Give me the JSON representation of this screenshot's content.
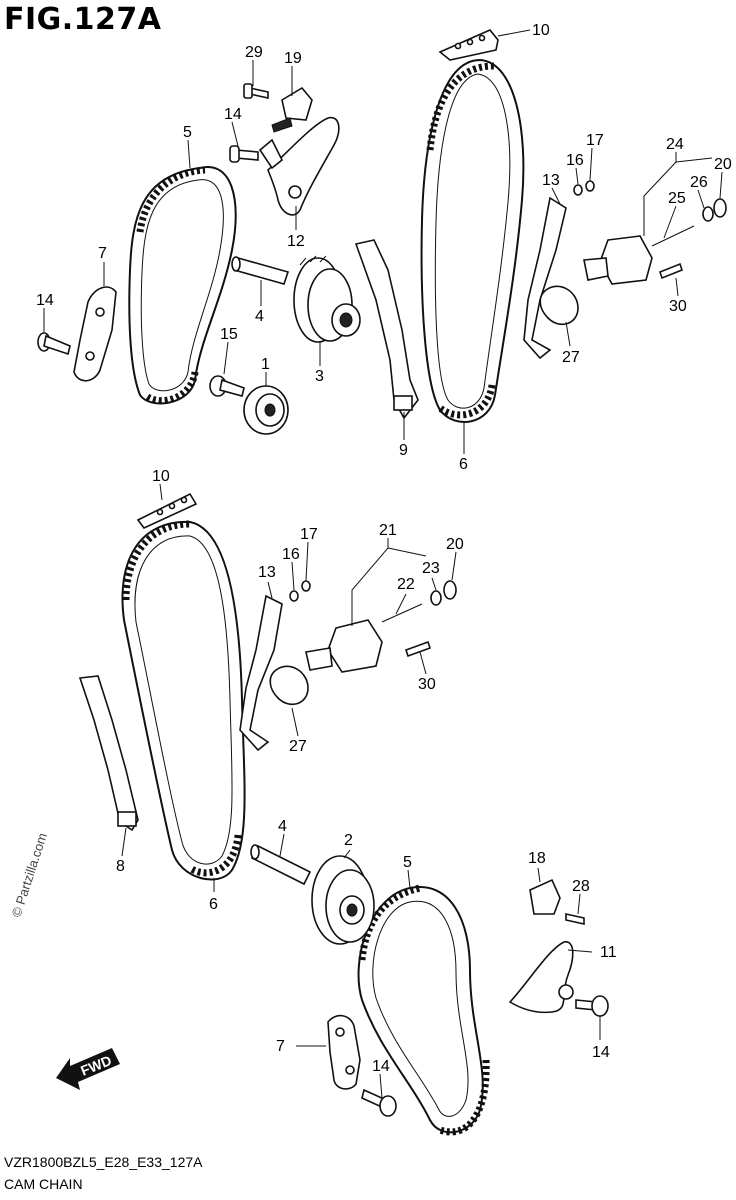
{
  "figure": {
    "title": "FIG.127A",
    "code": "VZR1800BZL5_E28_E33_127A",
    "name": "CAM CHAIN",
    "watermark": "© Partzilla.com",
    "fwd_label": "FWD"
  },
  "callouts_top": [
    "29",
    "19",
    "10",
    "14",
    "5",
    "17",
    "24",
    "16",
    "20",
    "13",
    "26",
    "25",
    "12",
    "7",
    "4",
    "3",
    "14",
    "30",
    "15",
    "1",
    "27",
    "9",
    "6"
  ],
  "callouts_bottom": [
    "10",
    "17",
    "21",
    "20",
    "16",
    "23",
    "13",
    "22",
    "30",
    "27",
    "8",
    "4",
    "2",
    "5",
    "6",
    "18",
    "28",
    "11",
    "7",
    "14",
    "14"
  ]
}
